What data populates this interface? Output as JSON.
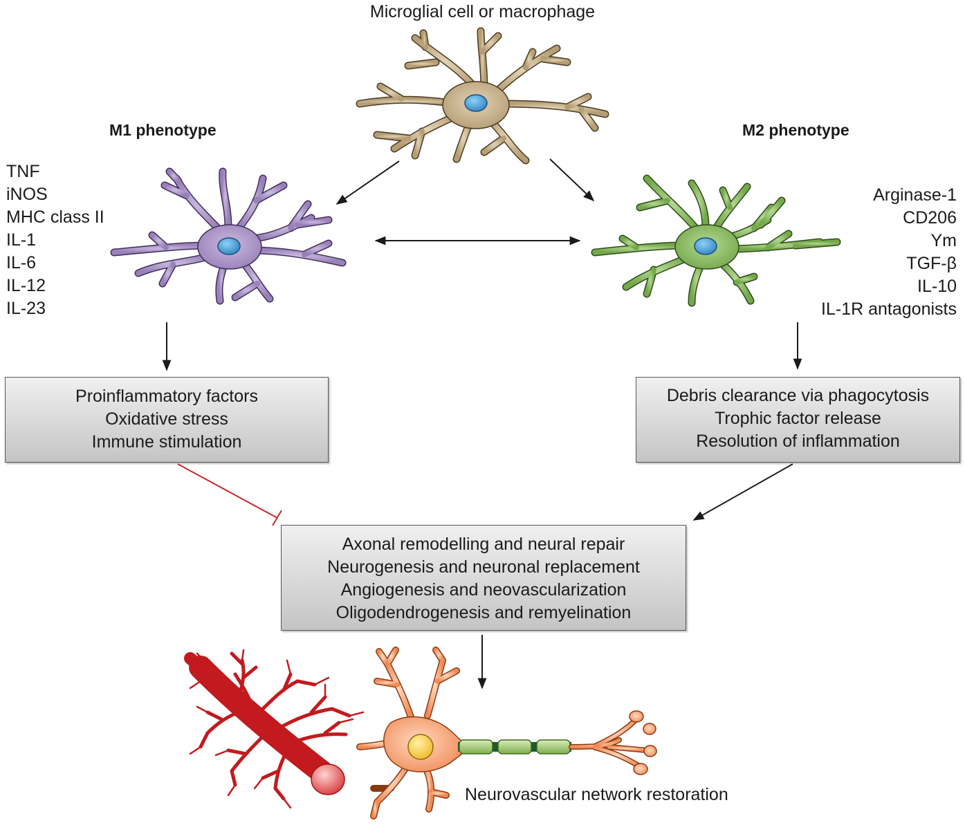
{
  "title": "Microglial cell or macrophage",
  "m1": {
    "label": "M1 phenotype",
    "markers": [
      "TNF",
      "iNOS",
      "MHC class II",
      "IL-1",
      "IL-6",
      "IL-12",
      "IL-23"
    ],
    "effects": [
      "Proinflammatory factors",
      "Oxidative stress",
      "Immune stimulation"
    ]
  },
  "m2": {
    "label": "M2 phenotype",
    "markers": [
      "Arginase-1",
      "CD206",
      "Ym",
      "TGF-β",
      "IL-10",
      "IL-1R antagonists"
    ],
    "effects": [
      "Debris clearance via phagocytosis",
      "Trophic factor release",
      "Resolution of inflammation"
    ]
  },
  "outcomes": [
    "Axonal remodelling and neural repair",
    "Neurogenesis and neuronal replacement",
    "Angiogenesis and neovascularization",
    "Oligodendrogenesis and remyelination"
  ],
  "restoration": "Neurovascular network restoration",
  "colors": {
    "resting_cell": "#c4b08e",
    "m1_cell": "#a894c6",
    "m2_cell": "#8cbf5e",
    "nucleus": "#4a9fd6",
    "inhibition": "#c8242a",
    "vessel": "#c21a1e",
    "neuron": "#f5a67a",
    "myelin": "#8fbf5c"
  }
}
